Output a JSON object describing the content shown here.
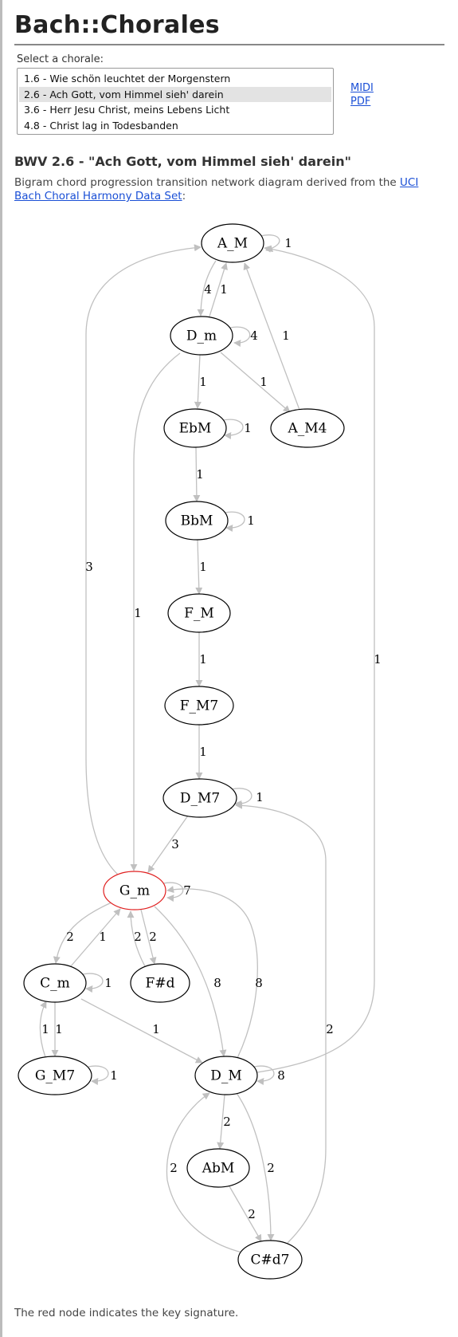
{
  "page": {
    "title": "Bach::Chorales",
    "select_label": "Select a chorale:",
    "chorales": [
      {
        "label": "1.6 - Wie schön leuchtet der Morgenstern",
        "selected": false
      },
      {
        "label": "2.6 - Ach Gott, vom Himmel sieh' darein",
        "selected": true
      },
      {
        "label": "3.6 - Herr Jesu Christ, meins Lebens Licht",
        "selected": false
      },
      {
        "label": "4.8 - Christ lag in Todesbanden",
        "selected": false
      }
    ],
    "links": {
      "midi": "MIDI",
      "pdf": "PDF"
    },
    "heading": "BWV 2.6 - \"Ach Gott, vom Himmel sieh' darein\"",
    "description_prefix": "Bigram chord progression transition network diagram derived from the ",
    "description_link": "UCI Bach Choral Harmony Data Set",
    "description_suffix": ":",
    "footer": "The red node indicates the key signature."
  },
  "graph": {
    "key_node": "G_m",
    "colors": {
      "edge": "#c0c0c0",
      "node_stroke": "#000000",
      "key_stroke": "#e02020",
      "label": "#000000"
    },
    "nodes": [
      "A_M",
      "D_m",
      "EbM",
      "A_M4",
      "BbM",
      "F_M",
      "F_M7",
      "D_M7",
      "G_m",
      "C_m",
      "F#d",
      "G_M7",
      "D_M",
      "AbM",
      "C#d7"
    ],
    "edges": [
      {
        "from": "A_M",
        "to": "A_M",
        "weight": "1"
      },
      {
        "from": "A_M",
        "to": "D_m",
        "weight": "4"
      },
      {
        "from": "D_m",
        "to": "A_M",
        "weight": "1"
      },
      {
        "from": "D_m",
        "to": "D_m",
        "weight": "4"
      },
      {
        "from": "A_M4",
        "to": "A_M",
        "weight": "1"
      },
      {
        "from": "D_m",
        "to": "EbM",
        "weight": "1"
      },
      {
        "from": "D_m",
        "to": "A_M4",
        "weight": "1"
      },
      {
        "from": "EbM",
        "to": "EbM",
        "weight": "1"
      },
      {
        "from": "EbM",
        "to": "BbM",
        "weight": "1"
      },
      {
        "from": "BbM",
        "to": "BbM",
        "weight": "1"
      },
      {
        "from": "BbM",
        "to": "F_M",
        "weight": "1"
      },
      {
        "from": "F_M",
        "to": "F_M7",
        "weight": "1"
      },
      {
        "from": "F_M7",
        "to": "D_M7",
        "weight": "1"
      },
      {
        "from": "D_M7",
        "to": "D_M7",
        "weight": "1"
      },
      {
        "from": "D_M7",
        "to": "G_m",
        "weight": "3"
      },
      {
        "from": "G_m",
        "to": "A_M",
        "weight": "3"
      },
      {
        "from": "D_m",
        "to": "G_m",
        "weight": "1"
      },
      {
        "from": "D_M",
        "to": "A_M",
        "weight": "1"
      },
      {
        "from": "G_m",
        "to": "G_m",
        "weight": "7"
      },
      {
        "from": "G_m",
        "to": "C_m",
        "weight": "2"
      },
      {
        "from": "C_m",
        "to": "G_m",
        "weight": "1"
      },
      {
        "from": "F#d",
        "to": "G_m",
        "weight": "2"
      },
      {
        "from": "G_m",
        "to": "F#d",
        "weight": "2"
      },
      {
        "from": "G_m",
        "to": "D_M",
        "weight": "8"
      },
      {
        "from": "D_M",
        "to": "G_m",
        "weight": "8"
      },
      {
        "from": "C#d7",
        "to": "D_M7",
        "weight": "2"
      },
      {
        "from": "C_m",
        "to": "C_m",
        "weight": "1"
      },
      {
        "from": "G_M7",
        "to": "C_m",
        "weight": "1"
      },
      {
        "from": "C_m",
        "to": "G_M7",
        "weight": "1"
      },
      {
        "from": "C_m",
        "to": "D_M",
        "weight": "1"
      },
      {
        "from": "G_M7",
        "to": "G_M7",
        "weight": "1"
      },
      {
        "from": "D_M",
        "to": "D_M",
        "weight": "8"
      },
      {
        "from": "D_M",
        "to": "AbM",
        "weight": "2"
      },
      {
        "from": "D_M",
        "to": "C#d7",
        "weight": "2"
      },
      {
        "from": "C#d7",
        "to": "D_M",
        "weight": "2"
      },
      {
        "from": "AbM",
        "to": "C#d7",
        "weight": "2"
      }
    ]
  }
}
